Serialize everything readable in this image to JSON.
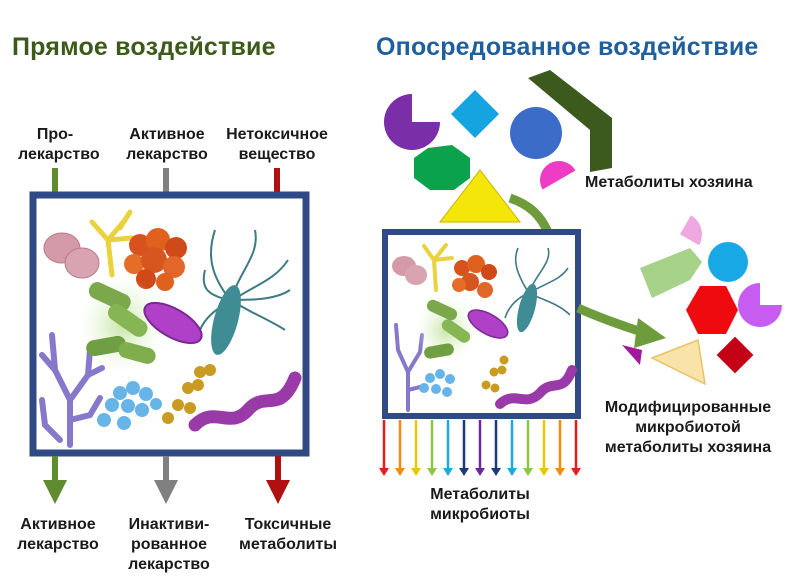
{
  "titles": {
    "direct": "Прямое воздействие",
    "mediated": "Опосредованное воздействие"
  },
  "inputs": {
    "prodrug": [
      "Про-",
      "лекарство"
    ],
    "active_drug": [
      "Активное",
      "лекарство"
    ],
    "nontoxic": [
      "Нетоксичное",
      "вещество"
    ]
  },
  "outputs": {
    "active_drug": [
      "Активное",
      "лекарство"
    ],
    "inactivated_drug": [
      "Инактиви-",
      "рованное",
      "лекарство"
    ],
    "toxic_metabolites": [
      "Токсичные",
      "метаболиты"
    ]
  },
  "mediated_labels": {
    "host_metabolites": "Метаболиты хозяина",
    "microbiota_metabolites": [
      "Метаболиты",
      "микробиоты"
    ],
    "modified_metabolites": [
      "Модифицированные",
      "микробиотой",
      "метаболиты хозяина"
    ]
  },
  "colors": {
    "frame": "#2f4a84",
    "arrow_green": "#5e8c2e",
    "arrow_gray": "#808080",
    "arrow_red": "#b01010",
    "title_left": "#3c5a1a",
    "title_right": "#1f5f9e"
  }
}
